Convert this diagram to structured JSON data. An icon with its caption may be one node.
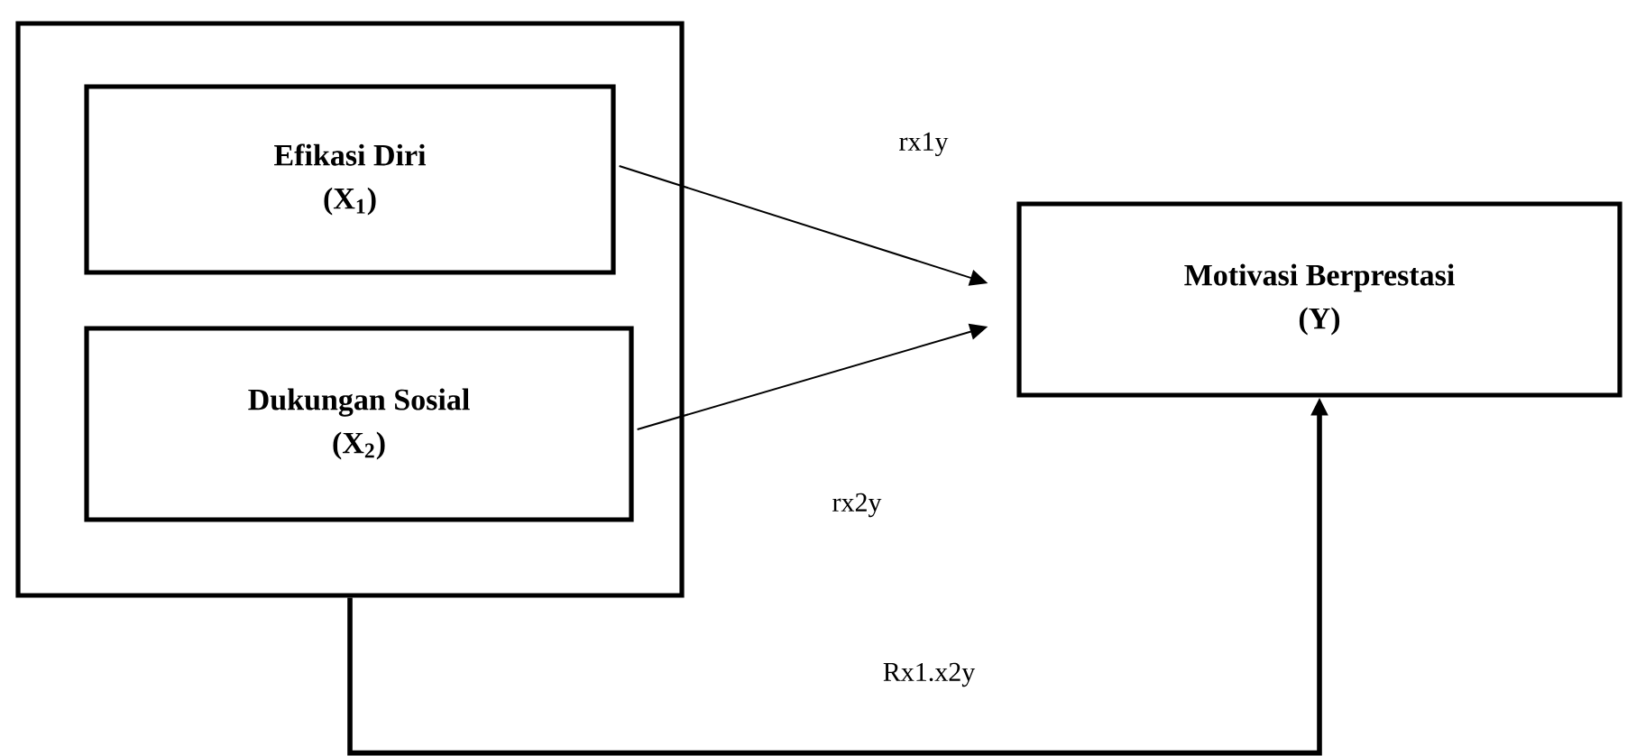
{
  "diagram": {
    "nodes": [
      {
        "text": [],
        "shape": "box"
      },
      {
        "text": [
          "Efikasi Diri",
          "(X$_{1}$)"
        ],
        "in": 0
      },
      {
        "text": [
          "Dukungan Sosial",
          "(X$_{2}$)"
        ],
        "in": 0
      },
      {
        "text": [
          "Motivasi Berprestasi",
          "(Y)"
        ]
      }
    ],
    "edges": [
      {
        "from": 1,
        "to": 3,
        "arrow": "to",
        "label": "rx1y"
      },
      {
        "from": 2,
        "to": 3,
        "arrow": "to",
        "label": "rx2y"
      },
      {
        "from": 0,
        "to": 3,
        "arrow": "to",
        "label": "Rx1.x2y",
        "style": "thick"
      }
    ]
  }
}
